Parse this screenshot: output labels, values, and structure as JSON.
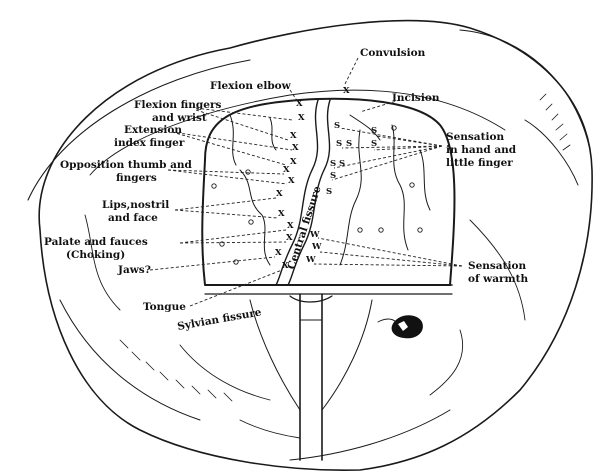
{
  "labels": {
    "convulsion": "Convulsion",
    "flexion_elbow": "Flexion elbow",
    "incision": "Incision",
    "flexion_fingers": [
      "Flexion fingers",
      "and wrist"
    ],
    "extension_index": [
      "Extension",
      "index finger"
    ],
    "opposition_thumb": [
      "Opposition thumb and",
      "fingers"
    ],
    "lips_nostril": [
      "Lips,nostril",
      "and face"
    ],
    "palate_fauces": [
      "Palate and fauces",
      "(Choking)"
    ],
    "jaws": "Jaws?",
    "tongue": "Tongue",
    "sensation_hand": [
      "Sensation",
      "in hand and",
      "little finger"
    ],
    "sensation_warmth": [
      "Sensation",
      "of warmth"
    ],
    "central_fissure": "Central fissure",
    "sylvian_fissure": "Sylvian fissure"
  },
  "markers": {
    "motor": "X",
    "sensory": "S",
    "warmth": "W"
  }
}
